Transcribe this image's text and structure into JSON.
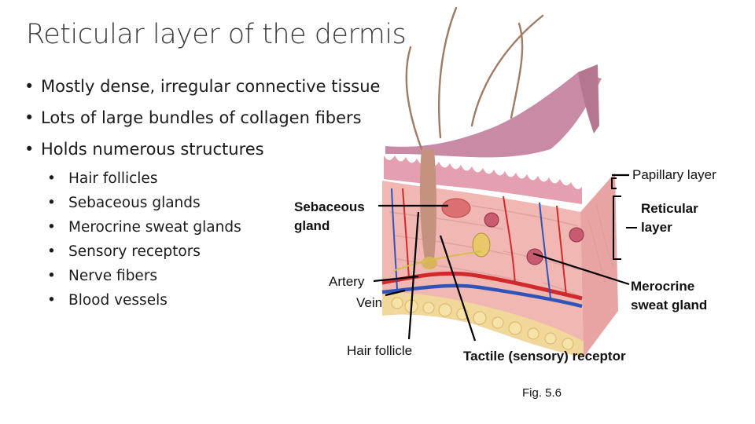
{
  "slide": {
    "title": "Reticular layer of the dermis",
    "bullets": [
      "Mostly dense, irregular connective tissue",
      "Lots of large bundles of collagen fibers",
      "Holds numerous structures"
    ],
    "sub_bullets": [
      "Hair follicles",
      "Sebaceous glands",
      "Merocrine sweat glands",
      "Sensory receptors",
      "Nerve fibers",
      "Blood vessels"
    ]
  },
  "figure": {
    "labels": {
      "papillary": "Papillary layer",
      "reticular_1": "Reticular",
      "reticular_2": "layer",
      "sebaceous_1": "Sebaceous",
      "sebaceous_2": "gland",
      "artery": "Artery",
      "vein": "Vein",
      "merocrine_1": "Merocrine",
      "merocrine_2": "sweat gland",
      "hair_follicle": "Hair follicle",
      "tactile": "Tactile (sensory) receptor"
    },
    "caption": "Fig. 5.6"
  }
}
